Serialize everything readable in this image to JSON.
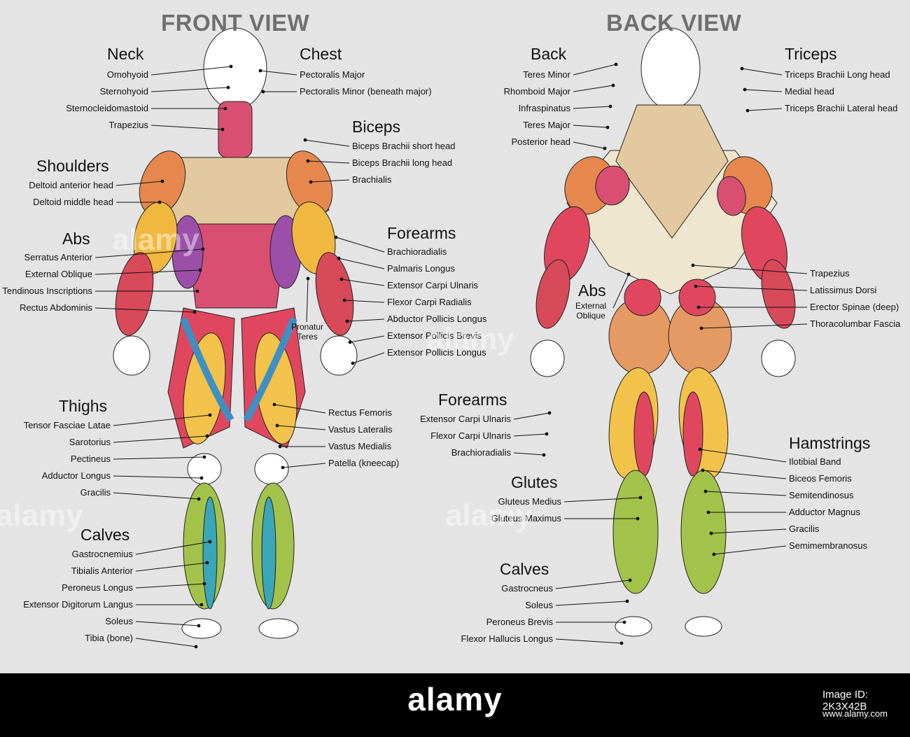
{
  "titles": {
    "front": "FRONT VIEW",
    "back": "BACK VIEW"
  },
  "front": {
    "groups": [
      {
        "heading": "Neck",
        "items": [
          "Omohyoid",
          "Sternohyoid",
          "Sternocleidomastoid",
          "Trapezius"
        ]
      },
      {
        "heading": "Shoulders",
        "items": [
          "Deltoid anterior head",
          "Deltoid middle head"
        ]
      },
      {
        "heading": "Abs",
        "items": [
          "Serratus Anterior",
          "External Oblique",
          "Tendinous Inscriptions",
          "Rectus Abdominis"
        ]
      },
      {
        "heading": "Thighs",
        "items": [
          "Tensor Fasciae Latae",
          "Sarotorius",
          "Pectineus",
          "Adductor Longus",
          "Gracilis"
        ]
      },
      {
        "heading": "Calves",
        "items": [
          "Gastrocnemius",
          "Tibialis Anterior",
          "Peroneus Longus",
          "Extensor Digitorum Langus",
          "Soleus",
          "Tibia (bone)"
        ]
      },
      {
        "heading": "Chest",
        "items": [
          "Pectoralis Major",
          "Pectoralis Minor (beneath major)"
        ]
      },
      {
        "heading": "Biceps",
        "items": [
          "Biceps Brachii short head",
          "Biceps Brachii long head",
          "Brachialis"
        ]
      },
      {
        "heading": "Forearms",
        "items": [
          "Brachioradialis",
          "Palmaris Longus",
          "Extensor Carpi Ulnaris",
          "Flexor Carpi Radialis",
          "Abductor Pollicis Longus",
          "Extensor Pollicis Brevis",
          "Extensor Pollicis Longus"
        ]
      },
      {
        "heading": "",
        "items": [
          "Rectus Femoris",
          "Vastus Lateralis",
          "Vastus Medialis",
          "Patella (kneecap)"
        ]
      }
    ],
    "pronator": [
      "Pronatur",
      "Teres"
    ]
  },
  "back": {
    "groups": [
      {
        "heading": "Back",
        "items": [
          "Teres Minor",
          "Rhomboid Major",
          "Infraspinatus",
          "Teres Major",
          "Posterior head"
        ]
      },
      {
        "heading": "Forearms",
        "items": [
          "Extensor Carpi Ulnaris",
          "Flexor Carpi Ulnaris",
          "Brachioradialis"
        ]
      },
      {
        "heading": "Glutes",
        "items": [
          "Gluteus Medius",
          "Gluteus Maximus"
        ]
      },
      {
        "heading": "Calves",
        "items": [
          "Gastrocneus",
          "Soleus",
          "Peroneus Brevis",
          "Flexor Hallucis Longus"
        ]
      },
      {
        "heading": "Triceps",
        "items": [
          "Triceps Brachii Long head",
          "Medial head",
          "Triceps Brachii Lateral head"
        ]
      },
      {
        "heading": "",
        "items": [
          "Trapezius",
          "Latissimus Dorsi",
          "Erector Spinae (deep)",
          "Thoracolumbar Fascia"
        ]
      },
      {
        "heading": "Hamstrings",
        "items": [
          "Ilotibial Band",
          "Biceos Femoris",
          "Semitendinosus",
          "Adductor Magnus",
          "Gracilis",
          "Semimembranosus"
        ]
      }
    ],
    "abs": {
      "heading": "Abs",
      "sub": [
        "External",
        "Oblique"
      ]
    }
  },
  "colors": {
    "background": "#e4e4e4",
    "skin": "#ffffff",
    "outline": "#222222",
    "pectoral": "#e3c9a0",
    "deltoid": "#e6874e",
    "abs": "#d94f72",
    "oblique": "#9b4fa8",
    "biceps": "#f1b840",
    "forearm": "#d8495a",
    "sartorius": "#3d8fc4",
    "quadriceps": "#f2c24a",
    "thigh": "#e0475f",
    "calf": "#a3c24a",
    "tibialis": "#3aa6b8",
    "gluteus": "#e59a63",
    "latissimus": "#efe6cf",
    "triceps": "#e0475f",
    "footer": "#000000"
  },
  "watermark": "alamy",
  "footer": {
    "brand": "alamy",
    "image_id": "Image ID: 2K3X42B",
    "url": "www.alamy.com"
  }
}
